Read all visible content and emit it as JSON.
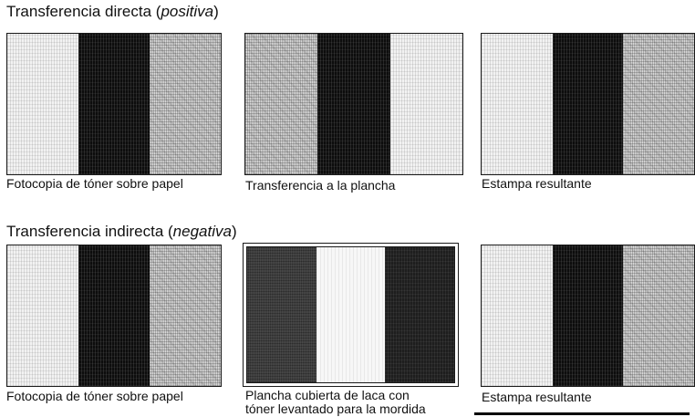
{
  "sections": [
    {
      "title_prefix": "Transferencia directa (",
      "title_emph": "positiva",
      "title_suffix": ")",
      "panels": [
        {
          "caption": "Fotocopia de tóner sobre papel",
          "bands": [
            "light",
            "dark",
            "medium"
          ]
        },
        {
          "caption": "Transferencia a la plancha",
          "bands": [
            "medium",
            "dark",
            "light"
          ]
        },
        {
          "caption": "Estampa resultante",
          "bands": [
            "light",
            "dark",
            "medium"
          ]
        }
      ]
    },
    {
      "title_prefix": "Transferencia indirecta (",
      "title_emph": "negativa",
      "title_suffix": ")",
      "panels": [
        {
          "caption": "Fotocopia de tóner sobre papel",
          "bands": [
            "light",
            "dark",
            "medium"
          ]
        },
        {
          "caption_line1": "Plancha cubierta de laca con",
          "caption_line2": "tóner levantado para la mordida",
          "bands": [
            "gray-dark",
            "white-gap",
            "black-dark"
          ]
        },
        {
          "caption": "Estampa resultante",
          "bands": [
            "light",
            "dark",
            "medium"
          ]
        }
      ]
    }
  ]
}
